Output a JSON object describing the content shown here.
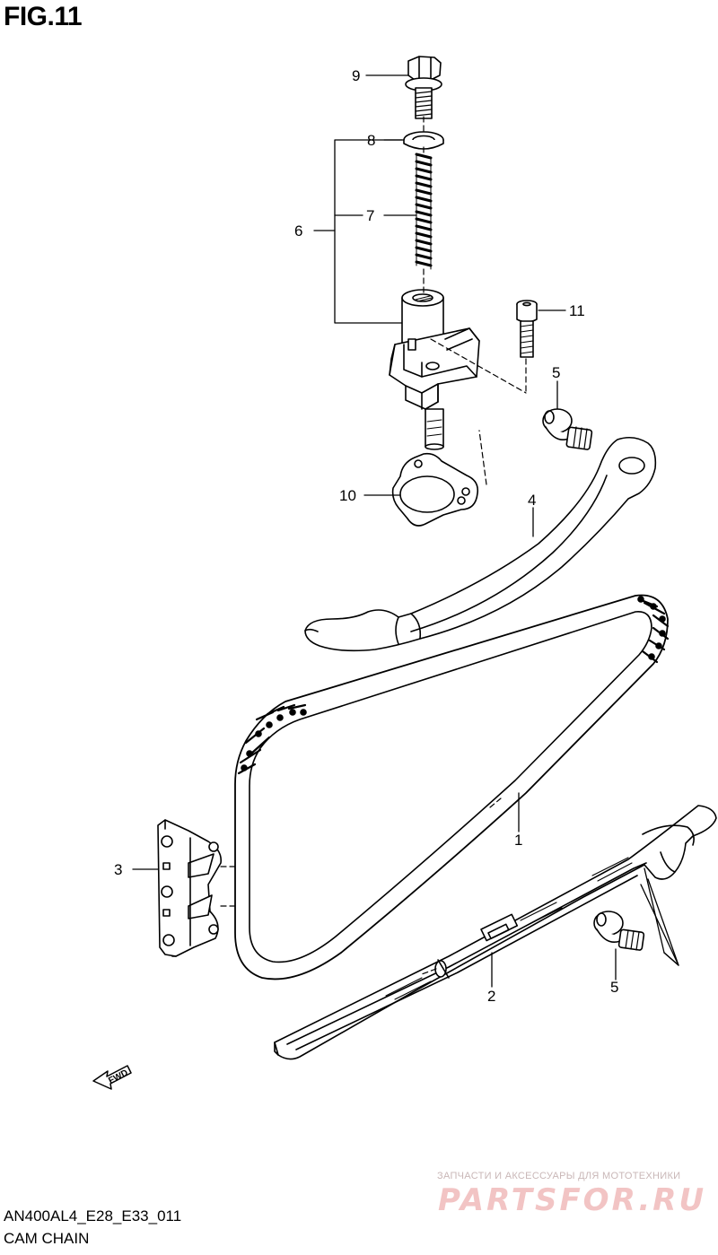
{
  "figure": {
    "title": "FIG.11",
    "code": "AN400AL4_E28_E33_011",
    "caption": "CAM CHAIN"
  },
  "direction_marker": "FWD",
  "watermark": {
    "tagline": "ЗАПЧАСТИ И АКСЕССУАРЫ ДЛЯ МОТОТЕХНИКИ",
    "logo": "PARTSFOR.RU"
  },
  "callouts": {
    "c1": "1",
    "c2": "2",
    "c3": "3",
    "c4": "4",
    "c5a": "5",
    "c5b": "5",
    "c6": "6",
    "c7": "7",
    "c8": "8",
    "c9": "9",
    "c10": "10",
    "c11": "11"
  },
  "colors": {
    "line": "#000000",
    "part_fill": "#ffffff",
    "watermark_logo": "#f2c4c4"
  }
}
